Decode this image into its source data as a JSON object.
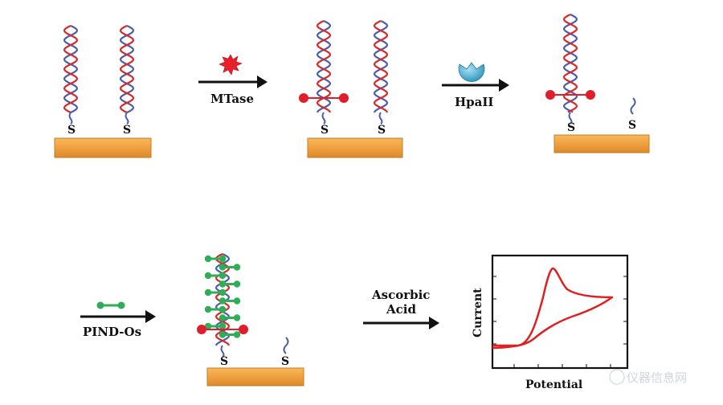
{
  "labels": {
    "mtase": "MTase",
    "hpaii": "HpaII",
    "pind_os": "PIND-Os",
    "ascorbic_line1": "Ascorbic",
    "ascorbic_line2": "Acid",
    "sulfur": "S"
  },
  "plot": {
    "ylabel": "Current",
    "xlabel": "Potential"
  },
  "colors": {
    "gold": "#f0a040",
    "gold_dark": "#c87b22",
    "strand_red": "#d62a2a",
    "strand_blue": "#4a5fa8",
    "methyl": "#e01d2a",
    "enzyme": "#3aa6cc",
    "os_green": "#2fae58",
    "cv_curve": "#e02020"
  },
  "watermark": "仪器信息网"
}
